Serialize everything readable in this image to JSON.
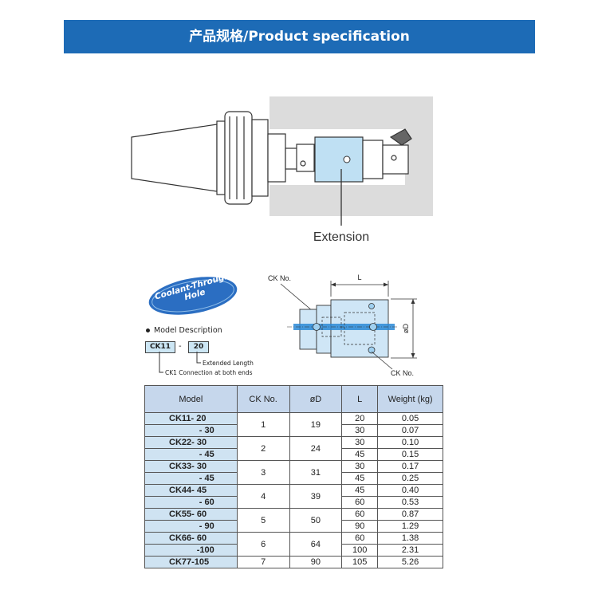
{
  "header": {
    "title": "产品规格/Product specification"
  },
  "diagram": {
    "extension_label": "Extension",
    "ck_no_label": "CK No.",
    "length_label": "L",
    "diameter_label": "øD"
  },
  "badge": {
    "line1": "Coolant-Through",
    "line2": "Hole"
  },
  "model_description": {
    "title": "Model Description",
    "code_left": "CK11",
    "separator": "-",
    "code_right": "20",
    "note_length": "Extended Length",
    "note_connection": "CK1 Connection at both ends"
  },
  "table": {
    "headers": [
      "Model",
      "CK  No.",
      "øD",
      "L",
      "Weight (kg)"
    ],
    "groups": [
      {
        "ck": "1",
        "d": "19",
        "rows": [
          {
            "model": "CK11-  20",
            "l": "20",
            "w": "0.05"
          },
          {
            "model": "-  30",
            "l": "30",
            "w": "0.07"
          }
        ]
      },
      {
        "ck": "2",
        "d": "24",
        "rows": [
          {
            "model": "CK22-  30",
            "l": "30",
            "w": "0.10"
          },
          {
            "model": "-  45",
            "l": "45",
            "w": "0.15"
          }
        ]
      },
      {
        "ck": "3",
        "d": "31",
        "rows": [
          {
            "model": "CK33-  30",
            "l": "30",
            "w": "0.17"
          },
          {
            "model": "-  45",
            "l": "45",
            "w": "0.25"
          }
        ]
      },
      {
        "ck": "4",
        "d": "39",
        "rows": [
          {
            "model": "CK44-  45",
            "l": "45",
            "w": "0.40"
          },
          {
            "model": "-  60",
            "l": "60",
            "w": "0.53"
          }
        ]
      },
      {
        "ck": "5",
        "d": "50",
        "rows": [
          {
            "model": "CK55-  60",
            "l": "60",
            "w": "0.87"
          },
          {
            "model": "-  90",
            "l": "90",
            "w": "1.29"
          }
        ]
      },
      {
        "ck": "6",
        "d": "64",
        "rows": [
          {
            "model": "CK66-  60",
            "l": "60",
            "w": "1.38"
          },
          {
            "model": "-100",
            "l": "100",
            "w": "2.31"
          }
        ]
      },
      {
        "ck": "7",
        "d": "90",
        "rows": [
          {
            "model": "CK77-105",
            "l": "105",
            "w": "5.26"
          }
        ]
      }
    ]
  }
}
